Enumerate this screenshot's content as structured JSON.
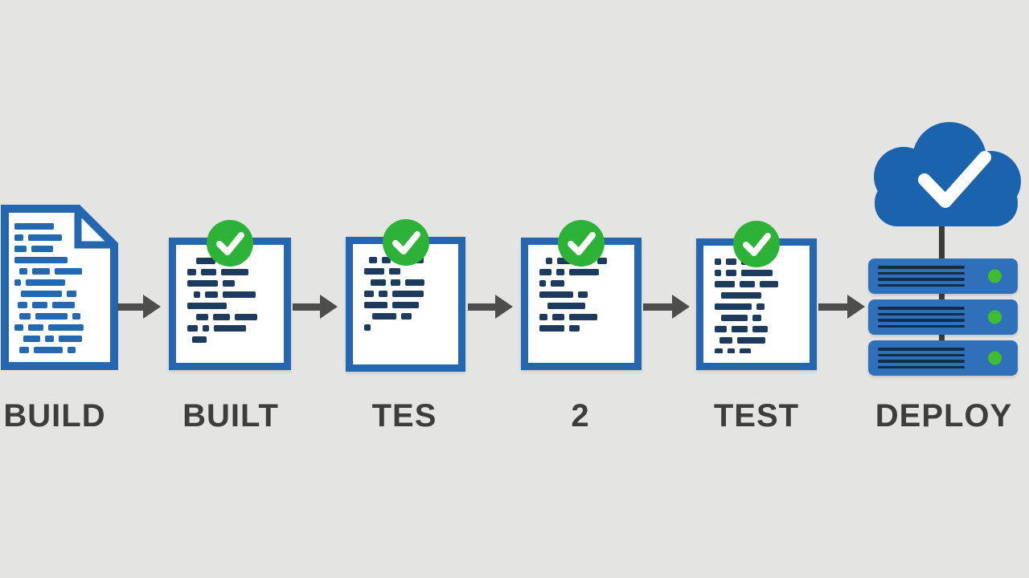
{
  "diagram_title": "",
  "colors": {
    "background": "#e4e5e3",
    "doc_border_blue": "#2467b0",
    "doc1_line_blue": "#2568b2",
    "doc_line_navy": "#1d3a5f",
    "badge_green": "#2cb237",
    "arrow_gray": "#4d4d4d",
    "label_gray": "#3d3d3d",
    "cloud_blue": "#1b64ad",
    "server_blue": "#2e71ba",
    "server_vent": "#132c47",
    "led_green": "#3fbc30",
    "connector_gray": "#3b3b3b",
    "check_white": "#ffffff"
  },
  "stages": [
    {
      "id": "build",
      "label": "BUILD",
      "icon": "document-icon",
      "checked": false,
      "lines": [
        [
          0,
          46
        ],
        [
          0,
          10,
          40
        ],
        [
          0,
          14,
          26
        ],
        [
          0,
          62
        ],
        [
          6,
          10,
          22,
          34
        ],
        [
          0,
          8,
          46
        ],
        [
          8,
          52,
          12
        ],
        [
          4,
          12,
          18,
          28
        ],
        [
          6,
          14,
          40,
          10
        ],
        [
          0,
          10,
          18,
          42
        ],
        [
          10,
          22,
          12,
          30
        ],
        [
          6,
          12,
          36,
          10
        ]
      ]
    },
    {
      "id": "built",
      "label": "BUILT",
      "icon": "document-check-icon",
      "checked": true,
      "lines": [
        [
          10,
          26,
          22
        ],
        [
          0,
          10,
          18,
          32
        ],
        [
          0,
          36,
          14
        ],
        [
          8,
          8,
          16,
          42
        ],
        [
          0,
          46
        ],
        [
          10,
          16,
          22,
          30
        ],
        [
          0,
          12,
          8,
          38
        ],
        [
          6,
          18
        ]
      ]
    },
    {
      "id": "tes",
      "label": "TES",
      "icon": "document-check-icon",
      "checked": true,
      "lines": [
        [
          6,
          10,
          12,
          36
        ],
        [
          0,
          24,
          14
        ],
        [
          8,
          20,
          12,
          26
        ],
        [
          0,
          12,
          10,
          38
        ],
        [
          0,
          28,
          32
        ],
        [
          10,
          32,
          14
        ],
        [
          0,
          8
        ]
      ]
    },
    {
      "id": "stage2",
      "label": "2",
      "icon": "document-check-icon",
      "checked": true,
      "lines": [
        [
          8,
          8,
          18,
          22,
          12
        ],
        [
          0,
          14,
          10,
          36
        ],
        [
          0,
          8,
          16
        ],
        [
          0,
          40,
          12
        ],
        [
          10,
          50
        ],
        [
          0,
          10,
          14,
          34
        ],
        [
          0,
          30,
          12
        ]
      ]
    },
    {
      "id": "test",
      "label": "TEST",
      "icon": "document-check-icon",
      "checked": true,
      "lines": [
        [
          0,
          8,
          12,
          24
        ],
        [
          0,
          8,
          12,
          38
        ],
        [
          0,
          24,
          18,
          22
        ],
        [
          8,
          52
        ],
        [
          0,
          44,
          10
        ],
        [
          8,
          34,
          12
        ],
        [
          0,
          14,
          20,
          18
        ],
        [
          6,
          16,
          36
        ],
        [
          0,
          10,
          8,
          14
        ]
      ]
    },
    {
      "id": "deploy",
      "label": "DEPLOY",
      "icon": "cloud-server-icon",
      "checked": true,
      "server_count": 3,
      "vent_lines": 4
    }
  ],
  "arrow_count": 5
}
